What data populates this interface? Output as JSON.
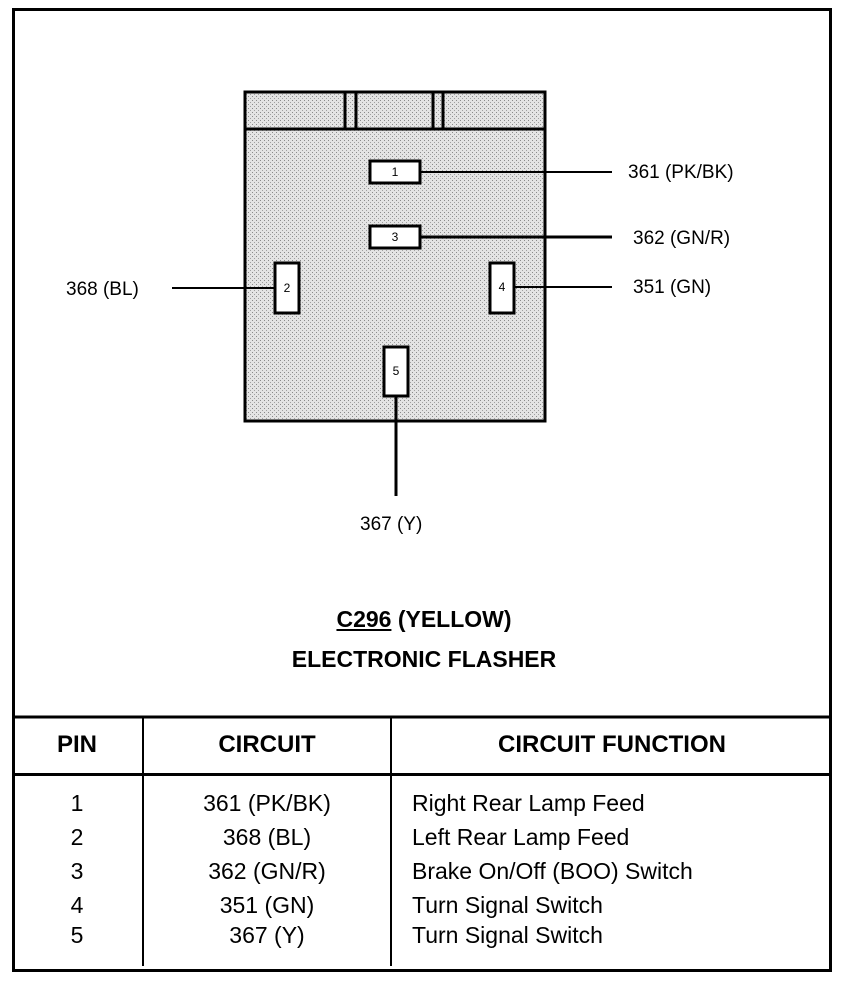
{
  "connector": {
    "code": "C296",
    "color_label": "(YELLOW)",
    "name": "ELECTRONIC FLASHER"
  },
  "pins": [
    {
      "number": "1",
      "label": "361 (PK/BK)"
    },
    {
      "number": "2",
      "label": "368 (BL)"
    },
    {
      "number": "3",
      "label": "362 (GN/R)"
    },
    {
      "number": "4",
      "label": "351 (GN)"
    },
    {
      "number": "5",
      "label": "367 (Y)"
    }
  ],
  "table": {
    "headers": [
      "PIN",
      "CIRCUIT",
      "CIRCUIT FUNCTION"
    ],
    "rows": [
      {
        "pin": "1",
        "circuit": "361 (PK/BK)",
        "function": "Right Rear Lamp Feed"
      },
      {
        "pin": "2",
        "circuit": "368 (BL)",
        "function": "Left Rear Lamp Feed"
      },
      {
        "pin": "3",
        "circuit": "362 (GN/R)",
        "function": "Brake On/Off (BOO) Switch"
      },
      {
        "pin": "4",
        "circuit": "351 (GN)",
        "function": "Turn Signal Switch"
      },
      {
        "pin": "5",
        "circuit": "367 (Y)",
        "function": "Turn Signal Switch"
      }
    ]
  }
}
